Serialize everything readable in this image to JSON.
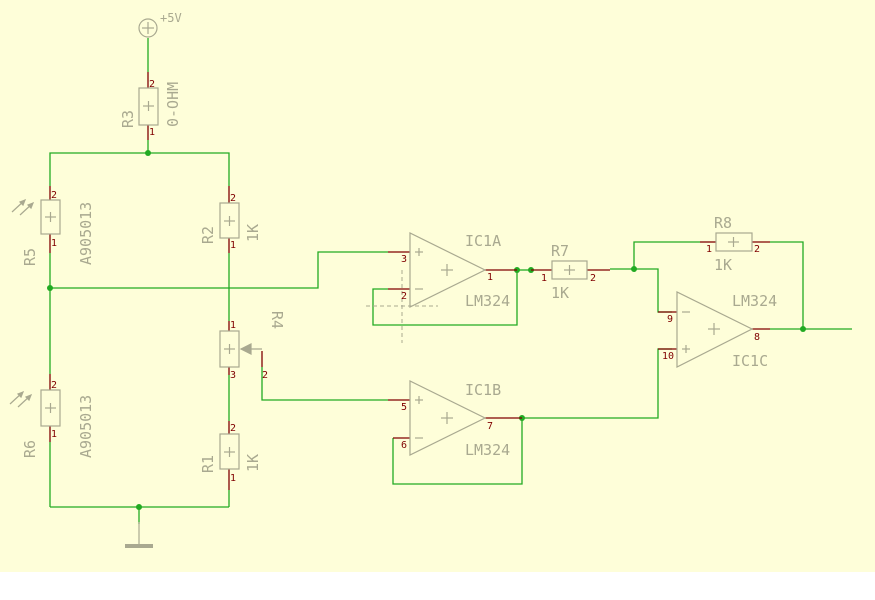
{
  "colors": {
    "background": "#fefed9",
    "wire": "#22aa22",
    "junction": "#22aa22",
    "component": "#a9a990",
    "pin_stub": "#800000",
    "pin_number": "#800000",
    "outer": "#ffffff"
  },
  "supply": {
    "label": "+5V"
  },
  "resistors": {
    "r3": {
      "name": "R3",
      "value": "0-OHM",
      "pin1": "1",
      "pin2": "2"
    },
    "r5": {
      "name": "R5",
      "value": "A905013",
      "pin1": "1",
      "pin2": "2"
    },
    "r6": {
      "name": "R6",
      "value": "A905013",
      "pin1": "1",
      "pin2": "2"
    },
    "r2": {
      "name": "R2",
      "value": "1K",
      "pin1": "1",
      "pin2": "2"
    },
    "r1": {
      "name": "R1",
      "value": "1K",
      "pin1": "1",
      "pin2": "2"
    },
    "r4": {
      "name": "R4",
      "pin1": "1",
      "pin2": "2",
      "pin3": "3"
    },
    "r7": {
      "name": "R7",
      "value": "1K",
      "pin1": "1",
      "pin2": "2"
    },
    "r8": {
      "name": "R8",
      "value": "1K",
      "pin1": "1",
      "pin2": "2"
    }
  },
  "opamps": {
    "ic1a": {
      "name": "IC1A",
      "part": "LM324",
      "pin_plus": "3",
      "pin_minus": "2",
      "pin_out": "1"
    },
    "ic1b": {
      "name": "IC1B",
      "part": "LM324",
      "pin_plus": "5",
      "pin_minus": "6",
      "pin_out": "7"
    },
    "ic1c": {
      "name": "IC1C",
      "part": "LM324",
      "pin_minus": "9",
      "pin_plus": "10",
      "pin_out": "8"
    }
  }
}
